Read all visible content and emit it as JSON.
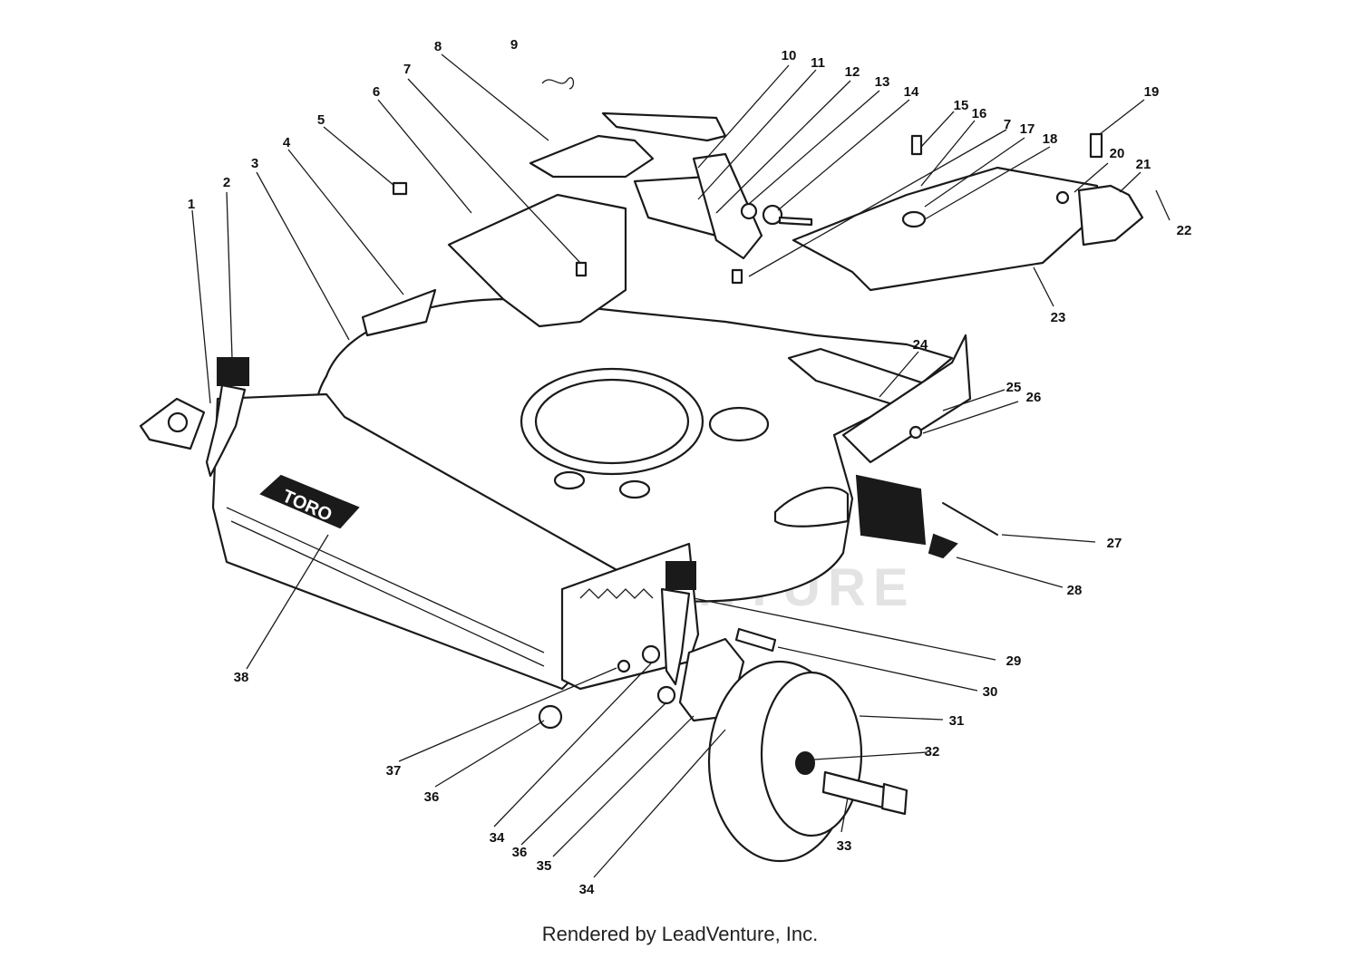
{
  "watermark": "LEADVENTURE",
  "logo_text": "TORO",
  "footer": "Rendered by LeadVenture, Inc.",
  "callouts": [
    "1",
    "2",
    "3",
    "4",
    "5",
    "6",
    "7",
    "8",
    "9",
    "10",
    "11",
    "12",
    "13",
    "14",
    "15",
    "16",
    "7",
    "17",
    "18",
    "19",
    "20",
    "21",
    "22",
    "23",
    "24",
    "25",
    "26",
    "27",
    "28",
    "29",
    "30",
    "31",
    "32",
    "33",
    "34",
    "36",
    "35",
    "34",
    "37",
    "36",
    "38"
  ]
}
